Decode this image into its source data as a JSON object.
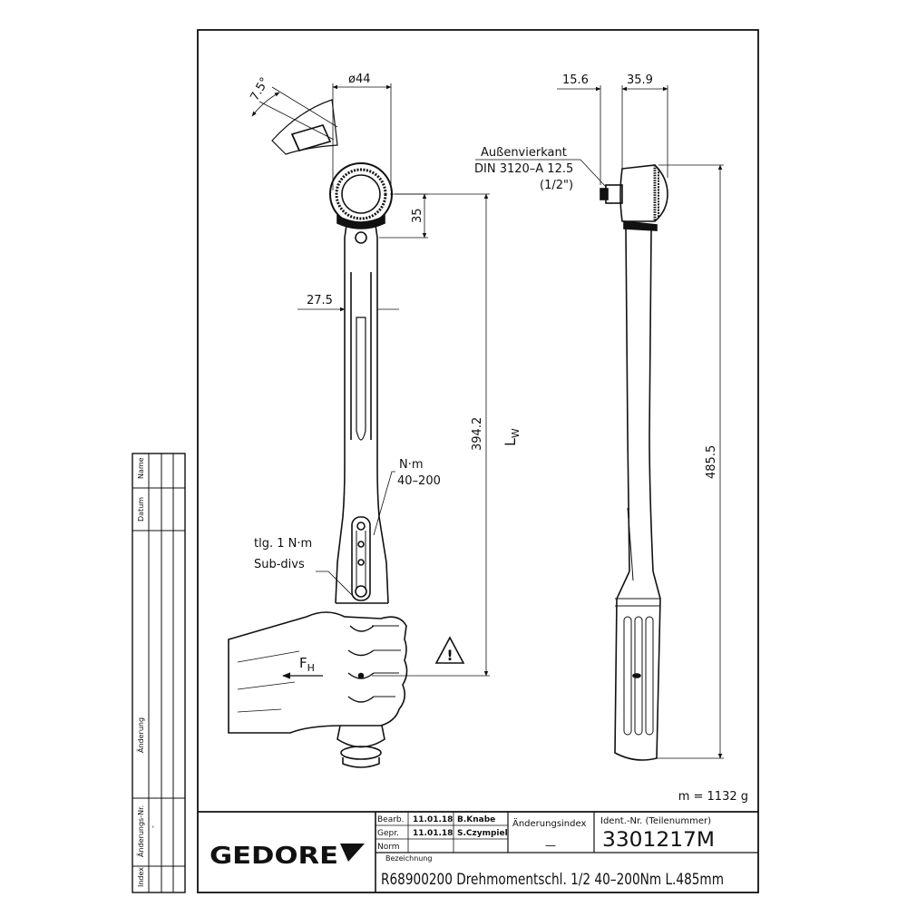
{
  "dimensions": {
    "d_44": "ø44",
    "angle_7_5": "7.5°",
    "h_35": "35",
    "w_27_5": "27.5",
    "len_394_2": "394.2",
    "lw": "L",
    "lw_sub": "W",
    "d_15_6": "15.6",
    "d_35_9": "35.9",
    "len_485_5": "485.5"
  },
  "annotations": {
    "square_drive_line1": "Außenvierkant",
    "square_drive_line2": "DIN 3120–A 12.5",
    "square_drive_line3": "(1/2\")",
    "range_unit": "N·m",
    "range_values": "40–200",
    "subdiv_line1": "tlg. 1 N·m",
    "subdiv_line2": "Sub-divs",
    "force_symbol": "F",
    "force_sub": "H",
    "warning_symbol": "!",
    "mass": "m = 1132 g"
  },
  "revision_block": {
    "name": "Name",
    "datum": "Datum",
    "aenderung": "Änderung",
    "aenderungs_nr": "Änderungs-Nr.",
    "index": "Index",
    "dash": "-"
  },
  "title_block": {
    "logo": "GEDORE",
    "bearb_label": "Bearb.",
    "bearb_date": "11.01.18",
    "bearb_name": "B.Knabe",
    "gepr_label": "Gepr.",
    "gepr_date": "11.01.18",
    "gepr_name": "S.Czympiel",
    "norm_label": "Norm",
    "aenderungsindex_label": "Änderungsindex",
    "aenderungsindex_value": "—",
    "ident_label": "Ident.-Nr.  (Teilenummer)",
    "ident_value": "3301217M",
    "bezeichnung_label": "Bezeichnung",
    "bezeichnung_value": "R68900200 Drehmomentschl. 1/2 40–200Nm L.485mm"
  }
}
